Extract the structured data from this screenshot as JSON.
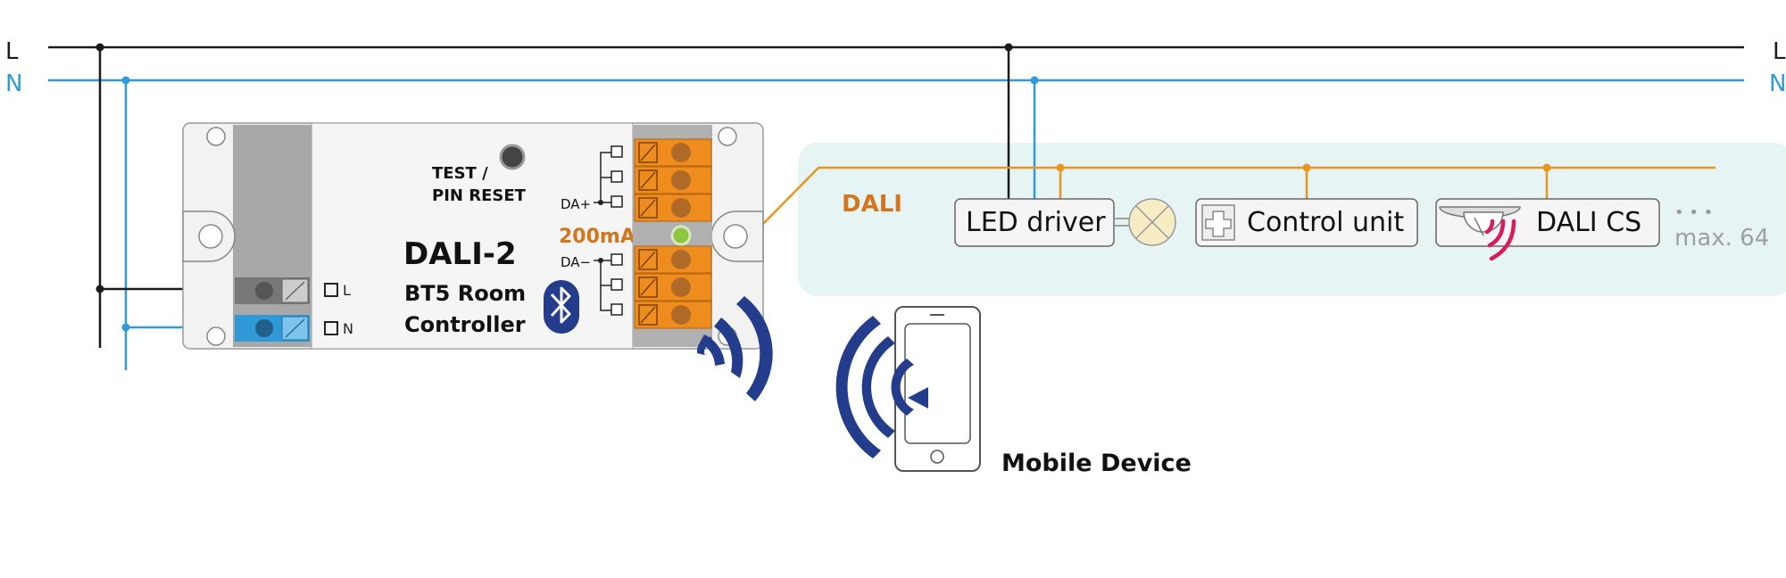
{
  "colors": {
    "live": "#1a1a1a",
    "neutral": "#2f9ad6",
    "dali": "#e8961e",
    "dali_text": "#d4741c",
    "bluetooth": "#233c8c",
    "signal_red": "#d81b5f",
    "bus_panel": "#e6f4f4",
    "terminal_orange": "#ee8c1e",
    "led_green": "#8cc63f"
  },
  "rails": {
    "live_left": "L",
    "live_right": "L",
    "neutral_left": "N",
    "neutral_right": "N"
  },
  "controller": {
    "test_label_1": "TEST /",
    "test_label_2": "PIN RESET",
    "title": "DALI-2",
    "subtitle_1": "BT5 Room",
    "subtitle_2": "Controller",
    "current": "200mA",
    "da_plus": "DA+",
    "da_minus": "DA−",
    "terminal_l": "L",
    "terminal_n": "N",
    "bluetooth_icon": "bluetooth-icon"
  },
  "bus": {
    "label": "DALI",
    "devices": [
      "LED driver",
      "Control unit",
      "DALI CS"
    ],
    "more": "• • •",
    "max": "max. 64"
  },
  "mobile": {
    "label": "Mobile Device"
  }
}
